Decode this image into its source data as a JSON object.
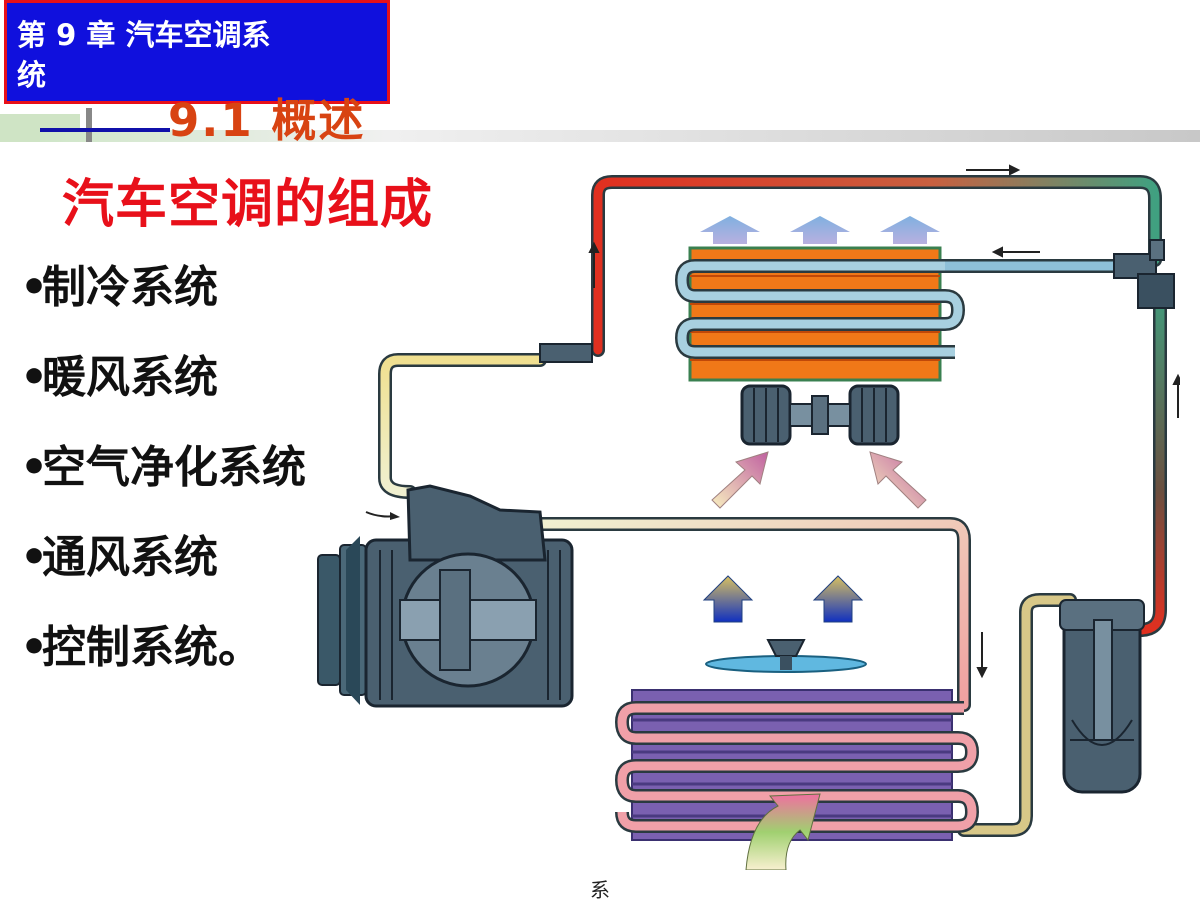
{
  "chapter": {
    "line1": "第 9 章 汽车空调系",
    "line2": "统"
  },
  "section_title": "9.1  概述",
  "main_heading": "汽车空调的组成",
  "bullets": [
    {
      "label": "制冷系统"
    },
    {
      "label": "暖风系统"
    },
    {
      "label": "空气净化系统"
    },
    {
      "label": "通风系统"
    },
    {
      "label": "控制系统。"
    }
  ],
  "bullet_symbol": "•",
  "footer_text": "系",
  "colors": {
    "chapter_bg": "#1010dd",
    "chapter_border": "#e8101a",
    "section_title": "#d84312",
    "heading": "#e8101a",
    "pipe_hot": "#e03020",
    "pipe_cold": "#7fb0c8",
    "pipe_warm": "#f0e0a0",
    "evaporator_fins": "#f08020",
    "condenser_fins": "#6a5aa0"
  }
}
